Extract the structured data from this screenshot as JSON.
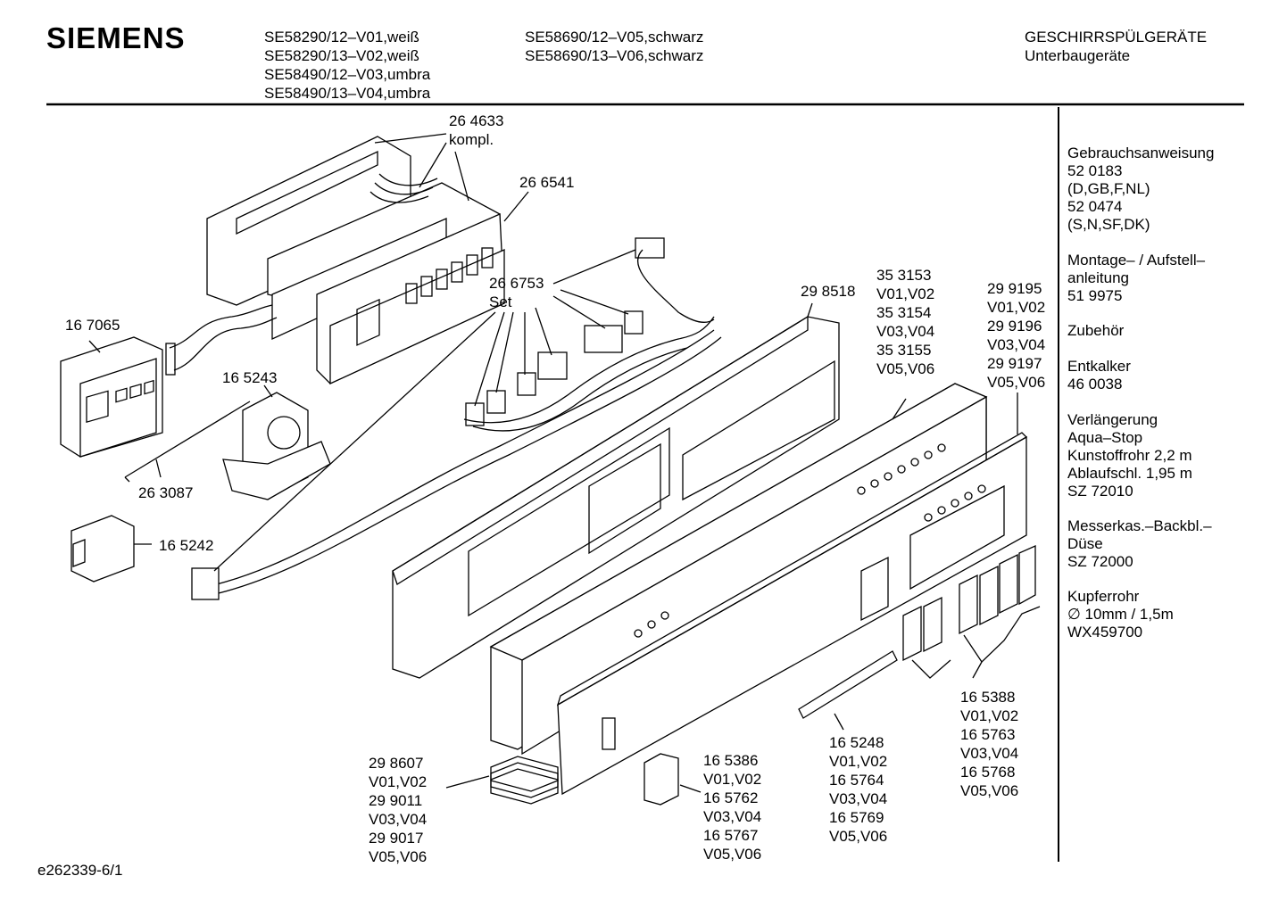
{
  "header": {
    "brand": "SIEMENS",
    "models_col1": [
      "SE58290/12–V01,weiß",
      "SE58290/13–V02,weiß",
      "SE58490/12–V03,umbra",
      "SE58490/13–V04,umbra"
    ],
    "models_col2": [
      "SE58690/12–V05,schwarz",
      "SE58690/13–V06,schwarz"
    ],
    "category": [
      "GESCHIRRSPÜLGERÄTE",
      "Unterbaugeräte"
    ]
  },
  "parts": {
    "p264633": [
      "26 4633",
      "kompl."
    ],
    "p266541": [
      "26 6541"
    ],
    "p266753": [
      "26 6753",
      "Set"
    ],
    "p167065": [
      "16 7065"
    ],
    "p165243": [
      "16 5243"
    ],
    "p263087": [
      "26 3087"
    ],
    "p165242": [
      "16 5242"
    ],
    "p298518": [
      "29 8518"
    ],
    "p353153": [
      "35 3153",
      "V01,V02",
      "35 3154",
      "V03,V04",
      "35 3155",
      "V05,V06"
    ],
    "p299195": [
      "29 9195",
      "V01,V02",
      "29 9196",
      "V03,V04",
      "29 9197",
      "V05,V06"
    ],
    "p165388": [
      "16 5388",
      "V01,V02",
      "16 5763",
      "V03,V04",
      "16 5768",
      "V05,V06"
    ],
    "p165248": [
      "16 5248",
      "V01,V02",
      "16 5764",
      "V03,V04",
      "16 5769",
      "V05,V06"
    ],
    "p165386": [
      "16 5386",
      "V01,V02",
      "16 5762",
      "V03,V04",
      "16 5767",
      "V05,V06"
    ],
    "p298607": [
      "29 8607",
      "V01,V02",
      "29 9011",
      "V03,V04",
      "29 9017",
      "V05,V06"
    ]
  },
  "sidebar": [
    [
      "Gebrauchsanweisung",
      "52 0183",
      "(D,GB,F,NL)",
      "52 0474",
      "(S,N,SF,DK)"
    ],
    [
      "Montage– / Aufstell–",
      "anleitung",
      "51 9975"
    ],
    [
      "Zubehör"
    ],
    [
      "Entkalker",
      "46 0038"
    ],
    [
      "Verlängerung",
      "Aqua–Stop",
      "Kunstoffrohr 2,2 m",
      "Ablaufschl. 1,95 m",
      "SZ 72010"
    ],
    [
      "Messerkas.–Backbl.–",
      "Düse",
      "SZ 72000"
    ],
    [
      "Kupferrohr",
      "∅ 10mm / 1,5m",
      "WX459700"
    ]
  ],
  "footer": "e262339-6/1"
}
